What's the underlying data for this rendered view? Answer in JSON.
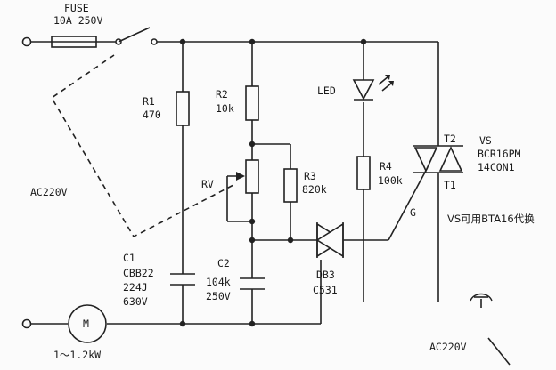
{
  "fuse": {
    "name": "FUSE",
    "rating": "10A 250V"
  },
  "r1": {
    "ref": "R1",
    "value": "470"
  },
  "r2": {
    "ref": "R2",
    "value": "10k"
  },
  "r3": {
    "ref": "R3",
    "value": "820k"
  },
  "r4": {
    "ref": "R4",
    "value": "100k"
  },
  "rv": {
    "ref": "RV"
  },
  "led": {
    "ref": "LED"
  },
  "c1": {
    "ref": "C1",
    "type": "CBB22",
    "value": "224J",
    "voltage": "630V"
  },
  "c2": {
    "ref": "C2",
    "value": "104k",
    "voltage": "250V"
  },
  "db3": {
    "ref": "DB3",
    "part": "C531"
  },
  "triac": {
    "t2": "T2",
    "t1": "T1",
    "g": "G"
  },
  "vs": {
    "ref": "VS",
    "part": "BCR16PM",
    "code": "14CON1",
    "note": "VS可用BTA16代换"
  },
  "supply": {
    "left": "AC220V",
    "bottom": "AC220V"
  },
  "motor": {
    "symbol": "M",
    "power": "1～1.2kW"
  }
}
